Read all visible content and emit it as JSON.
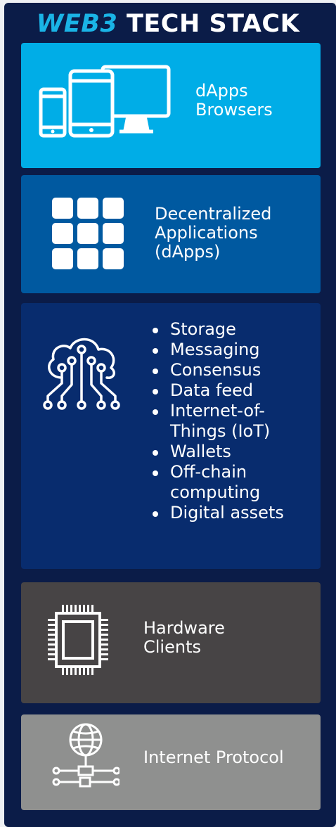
{
  "title": {
    "accent": "WEB3",
    "main": "TECH STACK"
  },
  "layers": [
    {
      "label_lines": [
        "dApps",
        "Browsers"
      ],
      "icon": "devices-icon",
      "color": "#00ade7"
    },
    {
      "label_lines": [
        "Decentralized",
        "Applications",
        "(dApps)"
      ],
      "icon": "app-grid-icon",
      "color": "#0059a0"
    },
    {
      "items": [
        {
          "lines": [
            "Storage"
          ]
        },
        {
          "lines": [
            "Messaging"
          ]
        },
        {
          "lines": [
            "Consensus"
          ]
        },
        {
          "lines": [
            "Data feed"
          ]
        },
        {
          "lines": [
            "Internet-of-",
            "Things (IoT)"
          ]
        },
        {
          "lines": [
            "Wallets"
          ]
        },
        {
          "lines": [
            "Off-chain",
            "computing"
          ]
        },
        {
          "lines": [
            "Digital assets"
          ]
        }
      ],
      "icon": "cloud-network-icon",
      "color": "#082c6e"
    },
    {
      "label_lines": [
        "Hardware",
        "Clients"
      ],
      "icon": "cpu-chip-icon",
      "color": "#474445"
    },
    {
      "label_lines": [
        "Internet Protocol"
      ],
      "icon": "globe-network-icon",
      "color": "#8f908f"
    }
  ]
}
